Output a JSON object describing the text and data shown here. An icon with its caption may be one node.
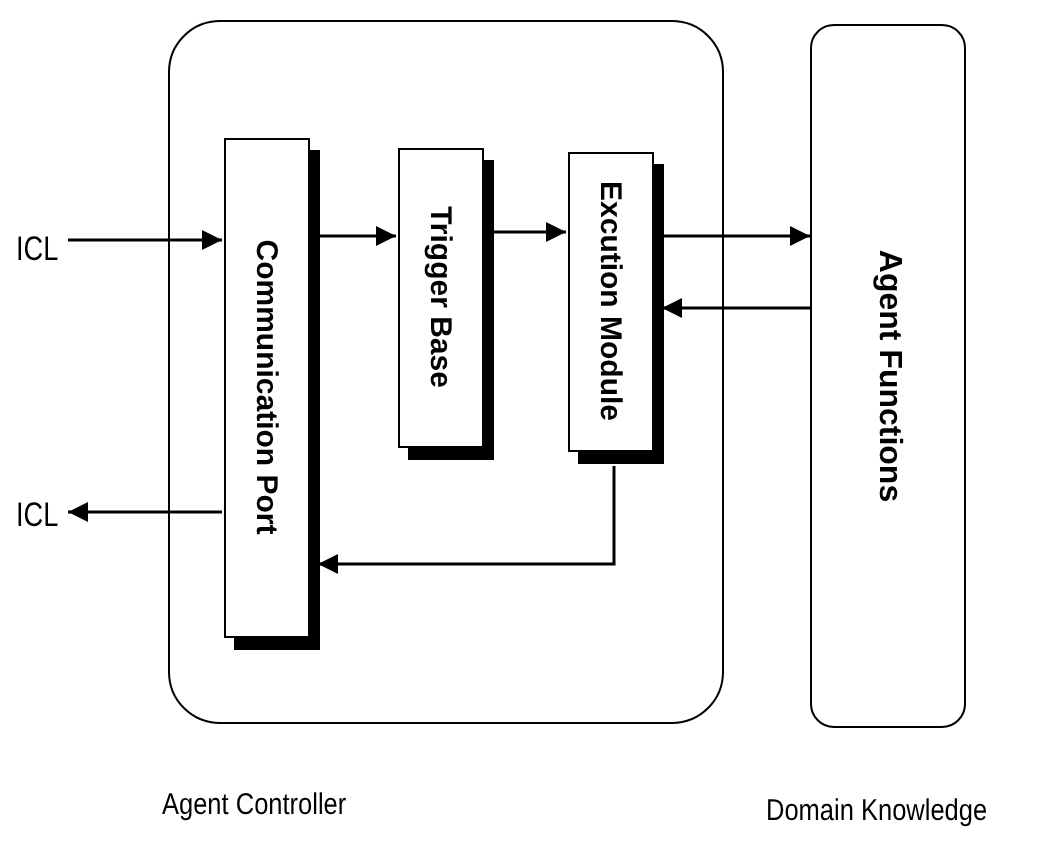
{
  "diagram": {
    "nodes": [
      {
        "text": [
          "Agent Controller"
        ]
      },
      {
        "text": [
          "Communication Port"
        ],
        "in": 0
      },
      {
        "text": [
          "Trigger Base"
        ],
        "in": 0
      },
      {
        "text": [
          "Excution Module"
        ],
        "in": 0
      },
      {
        "text": [
          "Agent Functions",
          "Domain Knowledge"
        ]
      },
      {
        "text": [
          "ICL"
        ]
      },
      {
        "text": [
          "ICL"
        ]
      }
    ],
    "edges": [
      {
        "from": 5,
        "to": 1,
        "arrow": "to"
      },
      {
        "from": 1,
        "to": 2,
        "arrow": "to"
      },
      {
        "from": 2,
        "to": 3,
        "arrow": "to"
      },
      {
        "from": 3,
        "to": 4,
        "arrow": "to"
      },
      {
        "from": 4,
        "to": 3,
        "arrow": "to"
      },
      {
        "from": 3,
        "to": 1,
        "arrow": "to"
      },
      {
        "from": 1,
        "to": 6,
        "arrow": "to"
      }
    ]
  }
}
